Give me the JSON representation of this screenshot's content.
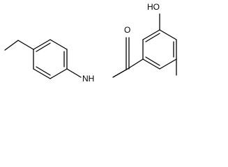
{
  "labels": {
    "hydroxyl": "HO",
    "carbonyl_oxygen": "O",
    "amide_nitrogen": "NH"
  },
  "colors": {
    "bond": "#000000",
    "background": "#ffffff"
  }
}
